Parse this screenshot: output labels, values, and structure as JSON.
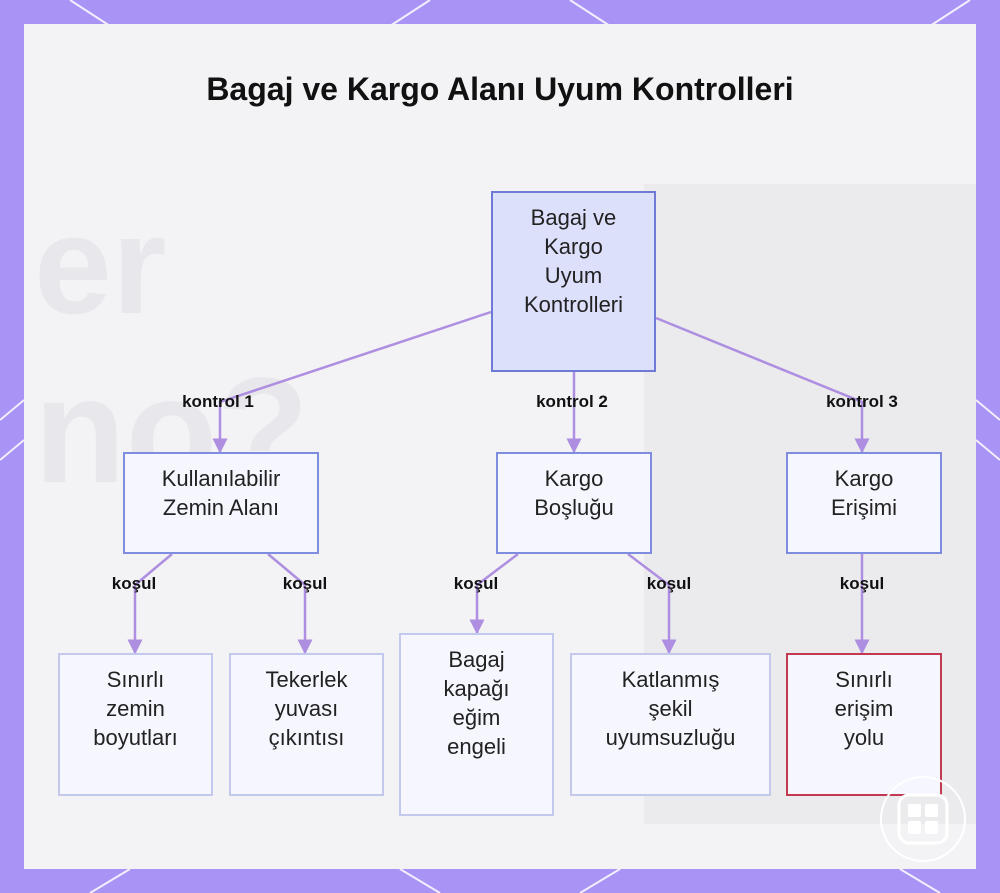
{
  "title": "Bagaj ve Kargo Alanı Uyum Kontrolleri",
  "colors": {
    "page_background": "#a993f5",
    "node_fill": "#f6f7fe",
    "root_fill": "#dde0fb",
    "edge": "#ad8ee0",
    "alert_border": "#c3394f"
  },
  "nodes": {
    "root": "Bagaj ve\nKargo\nUyum\nKontrolleri",
    "usable_floor": "Kullanılabilir\nZemin Alanı",
    "cargo_space": "Kargo\nBoşluğu",
    "cargo_access": "Kargo\nErişimi",
    "limited_floor": "Sınırlı\nzemin\nboyutları",
    "wheel_well": "Tekerlek\nyuvası\nçıkıntısı",
    "tailgate": "Bagaj\nkapağı\neğim\nengeli",
    "folded_shape": "Katlanmış\nşekil\nuyumsuzluğu",
    "limited_access": "Sınırlı\nerişim\nyolu"
  },
  "edge_labels": {
    "control_1": "kontrol 1",
    "control_2": "kontrol 2",
    "control_3": "kontrol 3",
    "condition": "koşul"
  },
  "icons": {
    "logo": "grid-logo-icon"
  }
}
